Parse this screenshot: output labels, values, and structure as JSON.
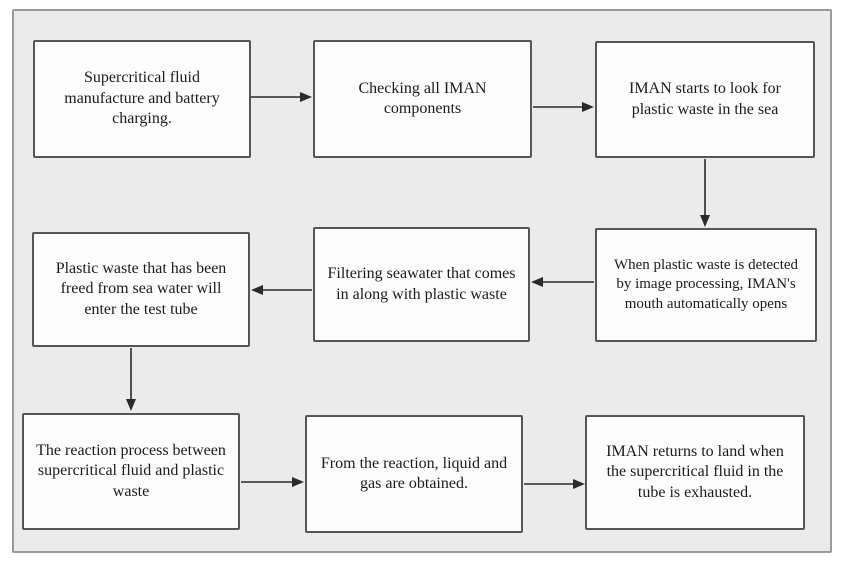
{
  "diagram": {
    "type": "flowchart",
    "boxes": [
      {
        "id": 1,
        "row": 1,
        "col": 1,
        "text": "Supercritical fluid manufacture and battery charging."
      },
      {
        "id": 2,
        "row": 1,
        "col": 2,
        "text": "Checking all IMAN components"
      },
      {
        "id": 3,
        "row": 1,
        "col": 3,
        "text": "IMAN starts to look for plastic waste in the sea"
      },
      {
        "id": 4,
        "row": 2,
        "col": 3,
        "text": "When plastic waste is detected by image processing, IMAN's mouth automatically opens"
      },
      {
        "id": 5,
        "row": 2,
        "col": 2,
        "text": "Filtering seawater that comes in along with plastic waste"
      },
      {
        "id": 6,
        "row": 2,
        "col": 1,
        "text": "Plastic waste that has been freed from sea water will enter the test tube"
      },
      {
        "id": 7,
        "row": 3,
        "col": 1,
        "text": "The reaction process between supercritical fluid and plastic waste"
      },
      {
        "id": 8,
        "row": 3,
        "col": 2,
        "text": "From the reaction, liquid and gas are obtained."
      },
      {
        "id": 9,
        "row": 3,
        "col": 3,
        "text": "IMAN returns to land when the supercritical fluid in the tube is exhausted."
      }
    ],
    "arrows": [
      {
        "from": 1,
        "to": 2,
        "direction": "right"
      },
      {
        "from": 2,
        "to": 3,
        "direction": "right"
      },
      {
        "from": 3,
        "to": 4,
        "direction": "down"
      },
      {
        "from": 4,
        "to": 5,
        "direction": "left"
      },
      {
        "from": 5,
        "to": 6,
        "direction": "left"
      },
      {
        "from": 6,
        "to": 7,
        "direction": "down"
      },
      {
        "from": 7,
        "to": 8,
        "direction": "right"
      },
      {
        "from": 8,
        "to": 9,
        "direction": "right"
      }
    ],
    "colors": {
      "frame_border": "#9a9a9a",
      "frame_background": "#ebebeb",
      "box_border": "#565656",
      "box_background": "#fcfcfc",
      "arrow": "#2a2a2a",
      "text": "#1b1b1b"
    }
  }
}
